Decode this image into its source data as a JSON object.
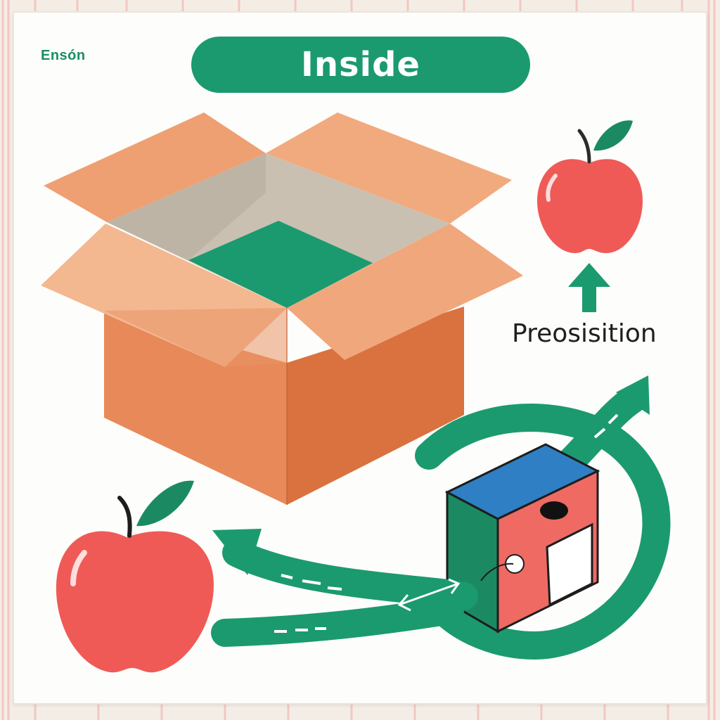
{
  "title": "Inside",
  "corner_label": "Ensón",
  "preposition_label": "Preosisition",
  "colors": {
    "accent_green": "#1b9a6f",
    "box_orange": "#e8895a",
    "apple_red": "#ef5a57",
    "cube_blue": "#2f7fc4",
    "cube_red": "#ee6a63",
    "cube_green": "#1b8a62"
  },
  "icons": [
    "open-cardboard-box-icon",
    "apple-icon",
    "cube-icon",
    "arrow-up-icon",
    "curved-arrow-icon"
  ]
}
